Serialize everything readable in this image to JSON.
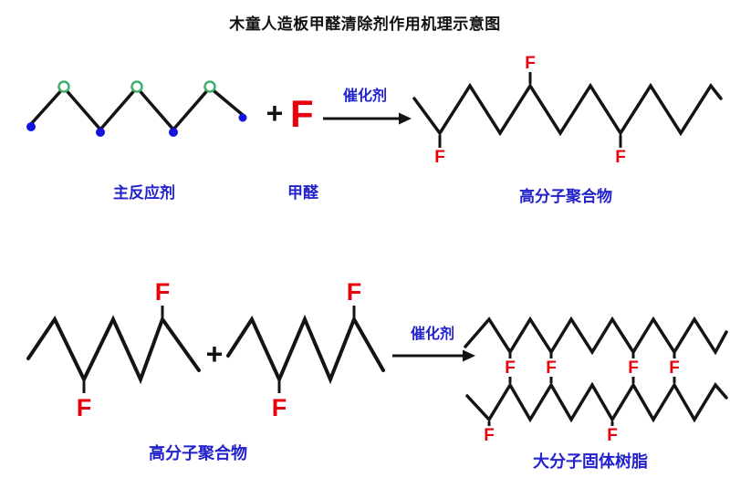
{
  "title": "木童人造板甲醛清除剂作用机理示意图",
  "symbols": {
    "plus": "+",
    "F": "F"
  },
  "labels": {
    "main_reactant": "主反应剂",
    "formaldehyde": "甲醛",
    "catalyst": "催化剂",
    "polymer": "高分子聚合物",
    "resin": "大分子固体树脂"
  },
  "colors": {
    "label_blue": "#2222cc",
    "f_red": "#e8000d",
    "bond_black": "#141414",
    "site_dot_blue": "#1414dd",
    "site_ring_green": "#3fae6e",
    "background": "#ffffff"
  }
}
